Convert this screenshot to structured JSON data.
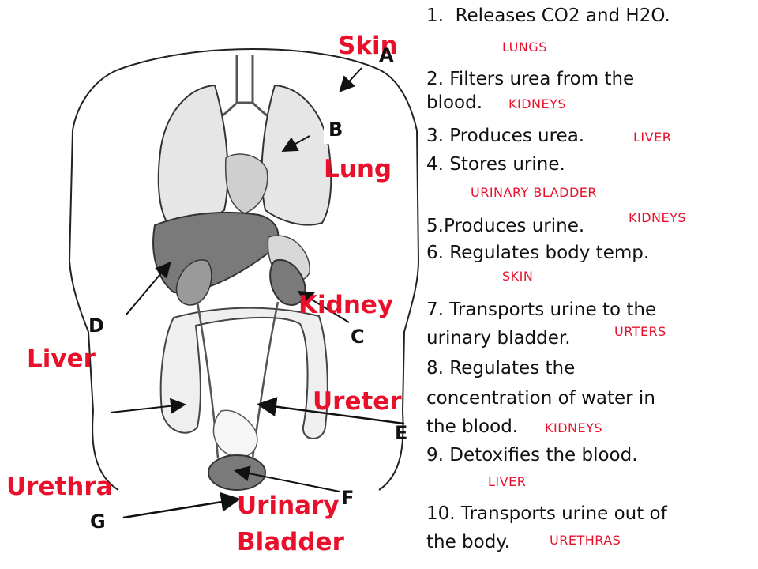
{
  "questions": [
    {
      "num": "1.",
      "lines": [
        "Releases CO2 and H2O."
      ],
      "answer": "LUNGS"
    },
    {
      "num": "2.",
      "lines": [
        "Filters urea from the",
        "blood."
      ],
      "answer": "KIDNEYS"
    },
    {
      "num": "3.",
      "lines": [
        "Produces urea."
      ],
      "answer": "LIVER"
    },
    {
      "num": "4.",
      "lines": [
        "Stores urine."
      ],
      "answer": "URINARY BLADDER"
    },
    {
      "num": "5.",
      "lines": [
        "Produces urine."
      ],
      "answer": "KIDNEYS"
    },
    {
      "num": "6.",
      "lines": [
        "Regulates body temp."
      ],
      "answer": "SKIN"
    },
    {
      "num": "7.",
      "lines": [
        "Transports urine to the",
        "urinary bladder."
      ],
      "answer": "URTERS"
    },
    {
      "num": "8.",
      "lines": [
        "Regulates the",
        "concentration of water in",
        "the blood."
      ],
      "answer": "KIDNEYS"
    },
    {
      "num": "9.",
      "lines": [
        "Detoxifies the blood."
      ],
      "answer": "LIVER"
    },
    {
      "num": "10.",
      "lines": [
        "Transports urine out of",
        "the body."
      ],
      "answer": "URETHRAS"
    }
  ],
  "organ_labels": {
    "skin": "Skin",
    "lung": "Lung",
    "kidney": "Kidney",
    "liver": "Liver",
    "ureter": "Ureter",
    "urethra": "Urethra",
    "urinary_bladder_1": "Urinary",
    "urinary_bladder_2": "Bladder"
  },
  "letters": {
    "a": "A",
    "b": "B",
    "c": "C",
    "d": "D",
    "e": "E",
    "f": "F",
    "g": "G"
  },
  "colors": {
    "answer": "#e8102a",
    "text": "#111111",
    "organ_dark": "#7a7a7a",
    "organ_light": "#d8d8d8"
  }
}
